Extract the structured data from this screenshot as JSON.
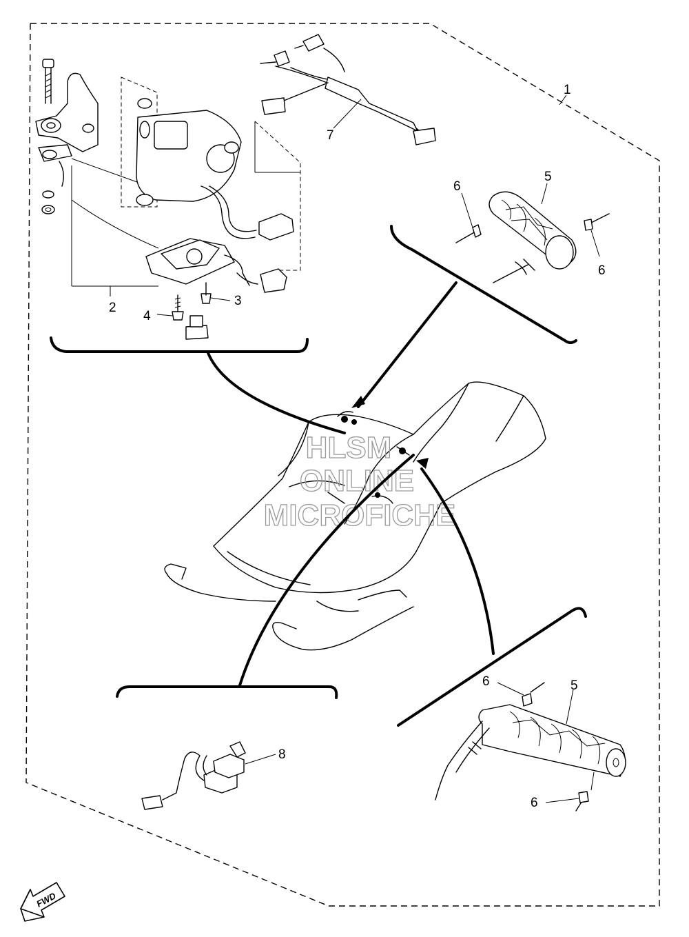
{
  "callouts": {
    "c1": "1",
    "c2": "2",
    "c3": "3",
    "c4": "4",
    "c5a": "5",
    "c5b": "5",
    "c6a": "6",
    "c6b": "6",
    "c6c": "6",
    "c6d": "6",
    "c7": "7",
    "c8": "8"
  },
  "watermark": {
    "line1": "HLSM",
    "line2": "ONLINE",
    "line3": "MICROFICHE"
  },
  "direction_badge": "FWD"
}
